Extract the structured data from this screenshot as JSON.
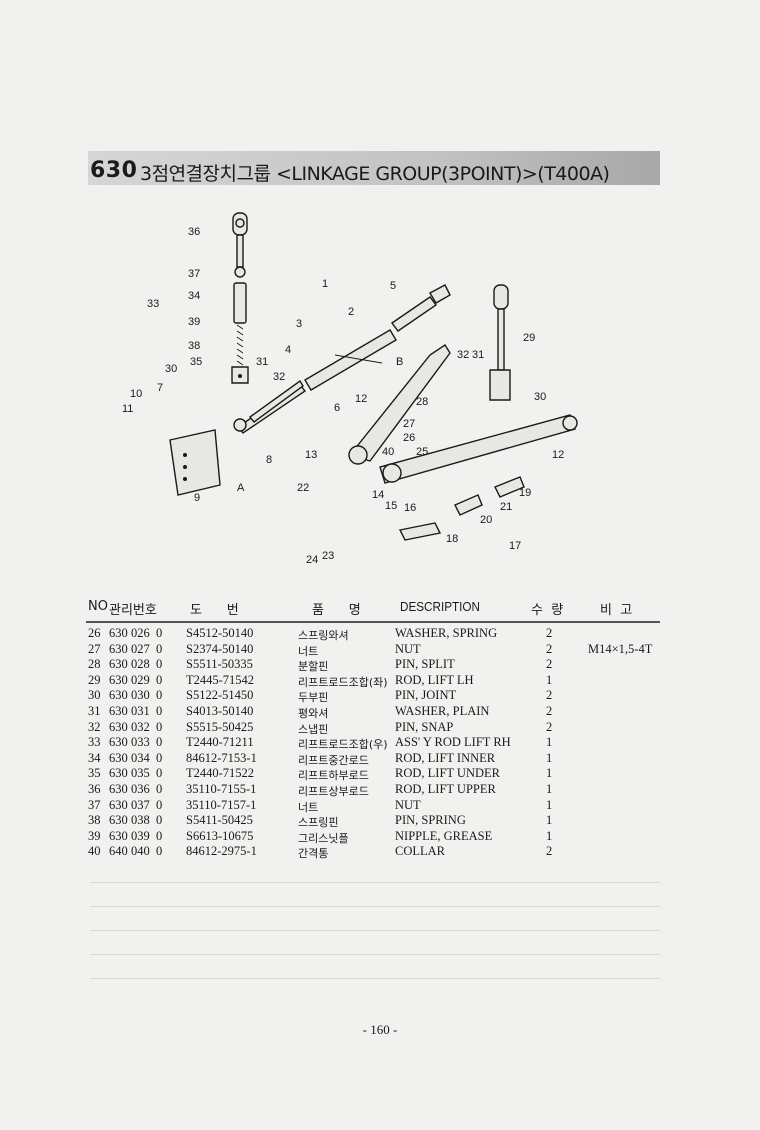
{
  "header": {
    "code": "630",
    "title": "3점연결장치그룹 <LINKAGE GROUP(3POINT)>(T400A)"
  },
  "diagram": {
    "callouts": [
      "36",
      "37",
      "34",
      "33",
      "39",
      "38",
      "35",
      "30",
      "31",
      "32",
      "4",
      "3",
      "1",
      "2",
      "5",
      "6",
      "7",
      "10",
      "11",
      "8",
      "9",
      "A",
      "B",
      "12",
      "28",
      "27",
      "26",
      "40",
      "25",
      "13",
      "29",
      "32",
      "31",
      "30",
      "12",
      "22",
      "14",
      "15",
      "16",
      "19",
      "21",
      "20",
      "18",
      "17",
      "24",
      "23"
    ]
  },
  "table": {
    "headers": {
      "no": "NO",
      "mgmt": "관리번호",
      "drawing": "도      번",
      "name": "품      명",
      "description": "DESCRIPTION",
      "qty": "수  량",
      "remarks": "비  고"
    },
    "rows": [
      {
        "no": "26",
        "grp": "630",
        "seq": "026",
        "ver": "0",
        "pn": "S4512-50140",
        "kor": "스프링와셔",
        "desc": "WASHER, SPRING",
        "qty": "2",
        "rem": ""
      },
      {
        "no": "27",
        "grp": "630",
        "seq": "027",
        "ver": "0",
        "pn": "S2374-50140",
        "kor": "너트",
        "desc": "NUT",
        "qty": "2",
        "rem": "M14×1,5-4T"
      },
      {
        "no": "28",
        "grp": "630",
        "seq": "028",
        "ver": "0",
        "pn": "S5511-50335",
        "kor": "분할핀",
        "desc": "PIN, SPLIT",
        "qty": "2",
        "rem": ""
      },
      {
        "no": "29",
        "grp": "630",
        "seq": "029",
        "ver": "0",
        "pn": "T2445-71542",
        "kor": "리프트로드조합(좌)",
        "desc": "ROD, LIFT LH",
        "qty": "1",
        "rem": ""
      },
      {
        "no": "30",
        "grp": "630",
        "seq": "030",
        "ver": "0",
        "pn": "S5122-51450",
        "kor": "두부핀",
        "desc": "PIN, JOINT",
        "qty": "2",
        "rem": ""
      },
      {
        "no": "31",
        "grp": "630",
        "seq": "031",
        "ver": "0",
        "pn": "S4013-50140",
        "kor": "평와셔",
        "desc": "WASHER, PLAIN",
        "qty": "2",
        "rem": ""
      },
      {
        "no": "32",
        "grp": "630",
        "seq": "032",
        "ver": "0",
        "pn": "S5515-50425",
        "kor": "스냅핀",
        "desc": "PIN, SNAP",
        "qty": "2",
        "rem": ""
      },
      {
        "no": "33",
        "grp": "630",
        "seq": "033",
        "ver": "0",
        "pn": "T2440-71211",
        "kor": "리프트로드조합(우)",
        "desc": "ASS' Y ROD LIFT RH",
        "qty": "1",
        "rem": ""
      },
      {
        "no": "34",
        "grp": "630",
        "seq": "034",
        "ver": "0",
        "pn": "84612-7153-1",
        "kor": "리프트중간로드",
        "desc": "ROD, LIFT INNER",
        "qty": "1",
        "rem": ""
      },
      {
        "no": "35",
        "grp": "630",
        "seq": "035",
        "ver": "0",
        "pn": "T2440-71522",
        "kor": "리프트하부로드",
        "desc": "ROD, LIFT UNDER",
        "qty": "1",
        "rem": ""
      },
      {
        "no": "36",
        "grp": "630",
        "seq": "036",
        "ver": "0",
        "pn": "35110-7155-1",
        "kor": "리프트상부로드",
        "desc": "ROD, LIFT UPPER",
        "qty": "1",
        "rem": ""
      },
      {
        "no": "37",
        "grp": "630",
        "seq": "037",
        "ver": "0",
        "pn": "35110-7157-1",
        "kor": "너트",
        "desc": "NUT",
        "qty": "1",
        "rem": ""
      },
      {
        "no": "38",
        "grp": "630",
        "seq": "038",
        "ver": "0",
        "pn": "S5411-50425",
        "kor": "스프링핀",
        "desc": "PIN, SPRING",
        "qty": "1",
        "rem": ""
      },
      {
        "no": "39",
        "grp": "630",
        "seq": "039",
        "ver": "0",
        "pn": "S6613-10675",
        "kor": "그리스닛플",
        "desc": "NIPPLE, GREASE",
        "qty": "1",
        "rem": ""
      },
      {
        "no": "40",
        "grp": "640",
        "seq": "040",
        "ver": "0",
        "pn": "84612-2975-1",
        "kor": "간격통",
        "desc": "COLLAR",
        "qty": "2",
        "rem": ""
      }
    ]
  },
  "footer": {
    "page": "- 160 -"
  }
}
